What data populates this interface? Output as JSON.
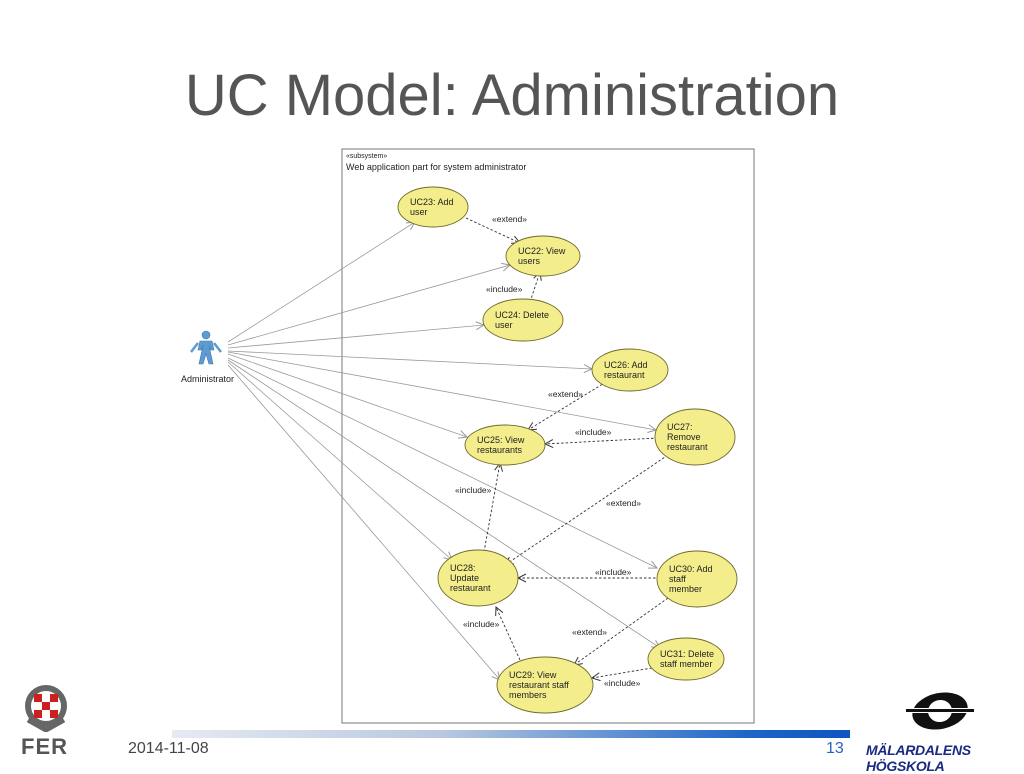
{
  "slide": {
    "title": "UC Model: Administration",
    "date": "2014-11-08",
    "page_number": "13"
  },
  "logos": {
    "left_text": "FER",
    "right_text": "MÄLARDALENS HÖGSKOLA"
  },
  "diagram": {
    "subsystem": {
      "stereotype": "«subsystem»",
      "name": "Web application part for system administrator"
    },
    "actor": {
      "name": "Administrator"
    },
    "use_cases": [
      {
        "id": "uc23",
        "lines": [
          "UC23: Add",
          "user"
        ]
      },
      {
        "id": "uc22",
        "lines": [
          "UC22: View",
          "users"
        ]
      },
      {
        "id": "uc24",
        "lines": [
          "UC24: Delete",
          "user"
        ]
      },
      {
        "id": "uc26",
        "lines": [
          "UC26: Add",
          "restaurant"
        ]
      },
      {
        "id": "uc25",
        "lines": [
          "UC25: View",
          "restaurants"
        ]
      },
      {
        "id": "uc27",
        "lines": [
          "UC27:",
          "Remove",
          "restaurant"
        ]
      },
      {
        "id": "uc28",
        "lines": [
          "UC28:",
          "Update",
          "restaurant"
        ]
      },
      {
        "id": "uc30",
        "lines": [
          "UC30: Add",
          "staff",
          "member"
        ]
      },
      {
        "id": "uc31",
        "lines": [
          "UC31: Delete",
          "staff member"
        ]
      },
      {
        "id": "uc29",
        "lines": [
          "UC29: View",
          "restaurant staff",
          "members"
        ]
      }
    ],
    "relations": [
      {
        "id": "r1",
        "label": "«extend»"
      },
      {
        "id": "r2",
        "label": "«include»"
      },
      {
        "id": "r3",
        "label": "«extend»"
      },
      {
        "id": "r4",
        "label": "«include»"
      },
      {
        "id": "r5",
        "label": "«include»"
      },
      {
        "id": "r6",
        "label": "«extend»"
      },
      {
        "id": "r7",
        "label": "«include»"
      },
      {
        "id": "r8",
        "label": "«include»"
      },
      {
        "id": "r9",
        "label": "«extend»"
      },
      {
        "id": "r10",
        "label": "«include»"
      }
    ],
    "colors": {
      "usecase_fill": "#f3ed8c",
      "usecase_stroke": "#6f6a2a",
      "actor": "#5d9bd2"
    }
  }
}
